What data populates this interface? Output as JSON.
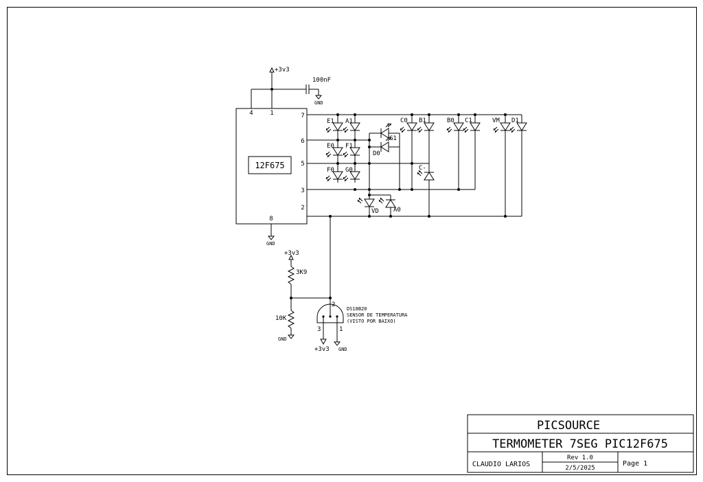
{
  "title_block": {
    "company": "PICSOURCE",
    "project": "TERMOMETER 7SEG PIC12F675",
    "author": "CLAUDIO LARIOS",
    "revision": "Rev 1.0",
    "date": "2/5/2025",
    "page": "Page 1"
  },
  "mcu": {
    "part": "12F675",
    "pins": {
      "p4": "4",
      "p1": "1",
      "p7": "7",
      "p6": "6",
      "p5": "5",
      "p3": "3",
      "p2": "2",
      "p8": "8"
    }
  },
  "power": {
    "vcc": "+3v3",
    "gnd": "GND"
  },
  "capacitor": {
    "value": "100nF"
  },
  "resistors": {
    "r_top": "3K9",
    "r_bottom": "10K"
  },
  "sensor": {
    "part": "DS18B20",
    "desc1": "SENSOR DE TEMPERATURA",
    "desc2": "(VISTO POR BAIXO)",
    "pin_data": "2",
    "pin_vdd": "3",
    "pin_gnd": "1"
  },
  "leds": {
    "E1": "E1",
    "A1": "A1",
    "C0": "C0",
    "B1": "B1",
    "B0": "B0",
    "C1": "C1",
    "VM": "VM",
    "D1": "D1",
    "E0": "E0",
    "F1": "F1",
    "G1": "G1",
    "D0": "D0",
    "F0": "F0",
    "G0": "G0",
    "Cm": "C-",
    "VD": "VD",
    "A0": "A0"
  }
}
